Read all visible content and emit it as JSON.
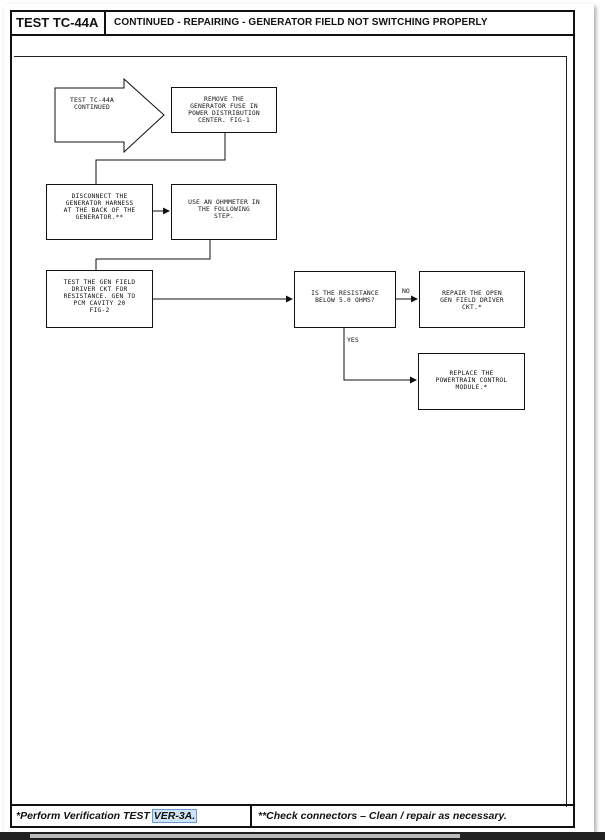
{
  "header": {
    "test_id": "TEST TC-44A",
    "title": "CONTINUED - REPAIRING - GENERATOR FIELD NOT SWITCHING PROPERLY"
  },
  "flowchart": {
    "start": "TEST TC-44A\nCONTINUED",
    "remove_fuse": "REMOVE THE\nGENERATOR FUSE IN\nPOWER DISTRIBUTION\nCENTER. FIG-1",
    "disconnect_harness": "DISCONNECT THE\nGENERATOR HARNESS\nAT THE BACK OF THE\nGENERATOR.**",
    "use_ohmmeter": "USE AN OHMMETER IN\nTHE FOLLOWING\nSTEP.",
    "test_gen_field": "TEST THE GEN FIELD\nDRIVER CKT FOR\nRESISTANCE. GEN TO\nPCM CAVITY 20\nFIG-2",
    "decision": "IS THE RESISTANCE\nBELOW 5.0 OHMS?",
    "repair_open": "REPAIR THE OPEN\nGEN FIELD DRIVER\nCKT.*",
    "replace_pcm": "REPLACE THE\nPOWERTRAIN CONTROL\nMODULE.*",
    "label_no": "NO",
    "label_yes": "YES"
  },
  "footer": {
    "left_prefix": "*Perform Verification TEST ",
    "left_ref": "VER-3A.",
    "right": "**Check connectors – Clean / repair as necessary."
  }
}
